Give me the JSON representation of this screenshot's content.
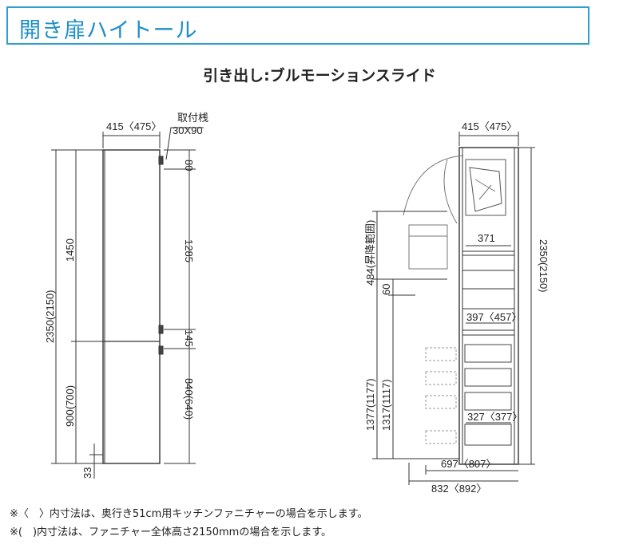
{
  "header": {
    "title": "開き扉ハイトール"
  },
  "subtitle": "引き出し:ブルモーションスライド",
  "left": {
    "width": "415〈475〉",
    "bracket_label": "取付桟",
    "bracket_size": "30X90",
    "dim_80": "80",
    "dim_1285": "1285",
    "dim_145": "145",
    "dim_840": "840(640)",
    "dim_1450": "1450",
    "dim_2350": "2350(2150)",
    "dim_900": "900(700)",
    "dim_33": "33"
  },
  "right": {
    "width": "415〈475〉",
    "dim_371": "371",
    "dim_397": "397〈457〉",
    "dim_327": "327〈377〉",
    "dim_697": "697〈807〉",
    "dim_832": "832〈892〉",
    "dim_2350": "2350(2150)",
    "dim_484": "484(昇降範囲)",
    "dim_60": "60",
    "dim_1377": "1377(1177)",
    "dim_1317": "1317(1117)"
  },
  "notes": [
    "※〈　〉内寸法は、奥行き51cm用キッチンファニチャーの場合を示します。",
    "※(　)内寸法は、ファニチャー全体高さ2150mmの場合を示します。"
  ]
}
